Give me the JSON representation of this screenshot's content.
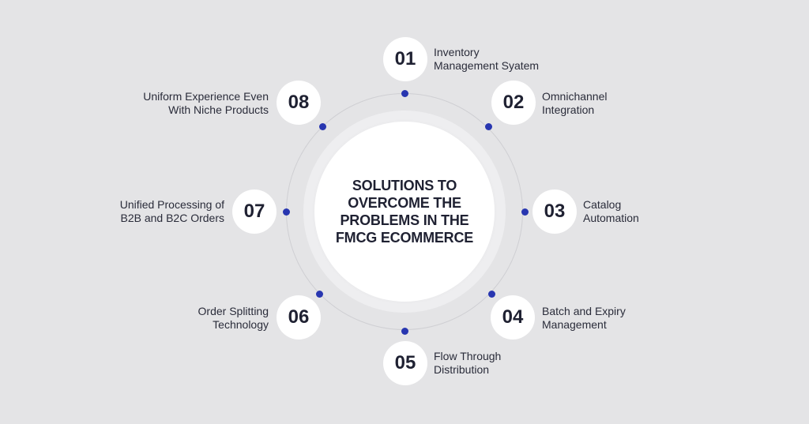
{
  "center": {
    "title": "SOLUTIONS TO OVERCOME THE PROBLEMS IN THE FMCG ECOMMERCE"
  },
  "colors": {
    "background": "#e4e4e6",
    "dot": "#2836b0",
    "text": "#1f2132",
    "circle": "#ffffff"
  },
  "items": [
    {
      "number": "01",
      "line1": "Inventory",
      "line2": "Management Syatem"
    },
    {
      "number": "02",
      "line1": "Omnichannel",
      "line2": "Integration"
    },
    {
      "number": "03",
      "line1": "Catalog",
      "line2": "Automation"
    },
    {
      "number": "04",
      "line1": "Batch and Expiry",
      "line2": "Management"
    },
    {
      "number": "05",
      "line1": "Flow Through",
      "line2": "Distribution"
    },
    {
      "number": "06",
      "line1": "Order Splitting",
      "line2": "Technology"
    },
    {
      "number": "07",
      "line1": "Unified Processing of",
      "line2": "B2B and B2C Orders"
    },
    {
      "number": "08",
      "line1": "Uniform Experience Even",
      "line2": "With Niche Products"
    }
  ]
}
